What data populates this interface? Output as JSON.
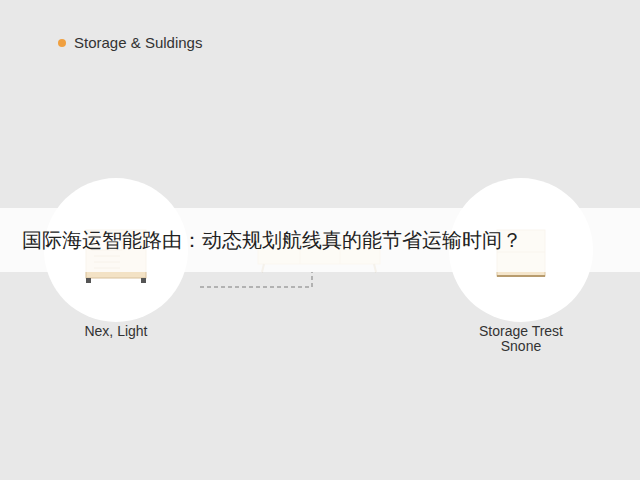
{
  "diagram": {
    "title": "国际海运智能路由：动态规划航线真的能节省运输时间？",
    "nodes": [
      {
        "text": [
          "Nex, Light"
        ]
      },
      {
        "text": [
          "Storage Trest Snone"
        ]
      }
    ],
    "labels": [
      "Storage & Suldings"
    ]
  }
}
